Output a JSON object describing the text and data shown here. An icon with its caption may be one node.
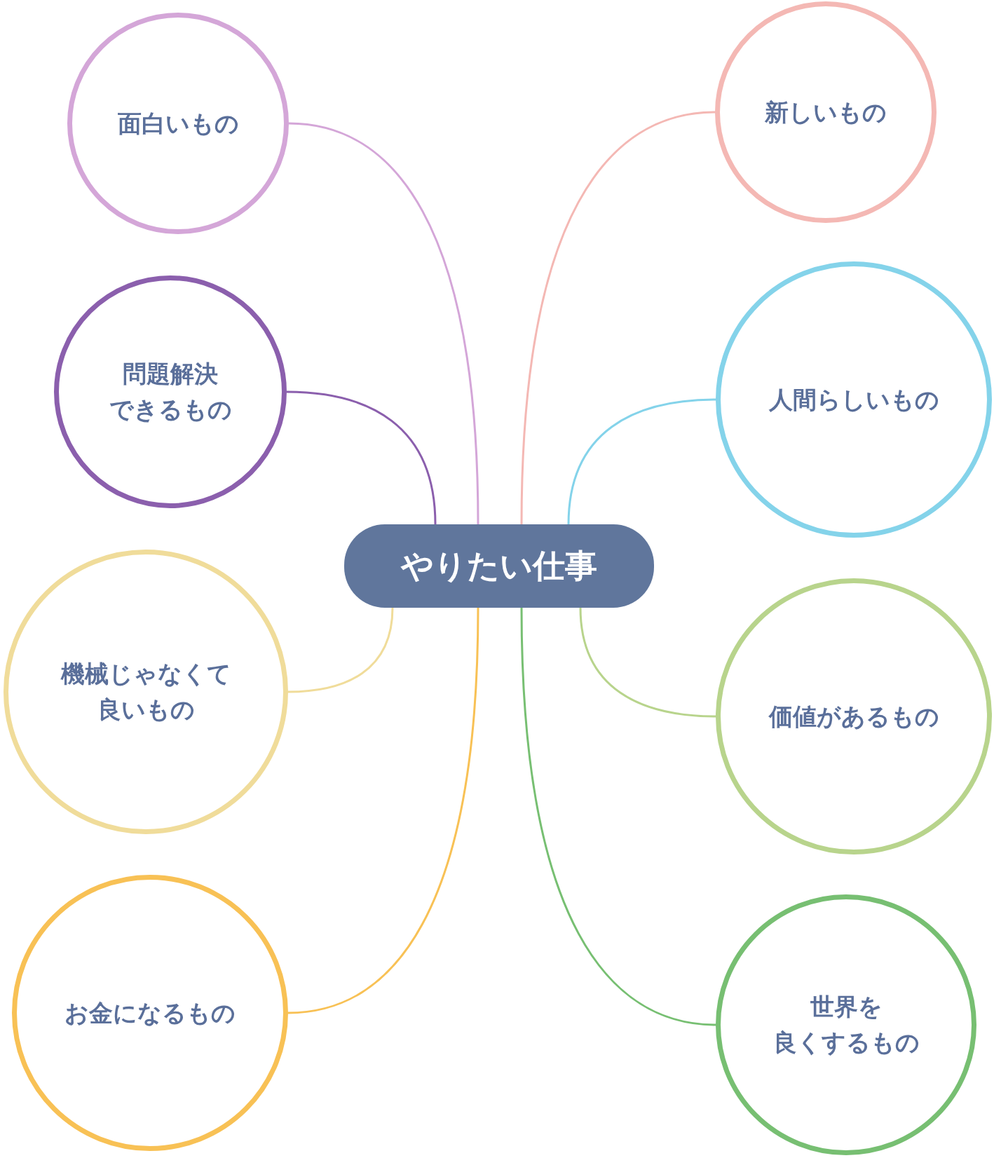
{
  "diagram": {
    "nodes": [
      {
        "text": [
          "やりたい仕事"
        ]
      },
      {
        "text": [
          "面白いもの"
        ]
      },
      {
        "text": [
          "新しいもの"
        ]
      },
      {
        "text": [
          "問題解決できるもの"
        ]
      },
      {
        "text": [
          "人間らしいもの"
        ]
      },
      {
        "text": [
          "機械じゃなくて良いもの"
        ]
      },
      {
        "text": [
          "価値があるもの"
        ]
      },
      {
        "text": [
          "お金になるもの"
        ]
      },
      {
        "text": [
          "世界を良くするもの"
        ]
      }
    ],
    "edges": [
      {
        "from": 0,
        "to": 1,
        "arrow": "none",
        "color": "#d4a6d8"
      },
      {
        "from": 0,
        "to": 2,
        "arrow": "none",
        "color": "#f4b8b4"
      },
      {
        "from": 0,
        "to": 3,
        "arrow": "none",
        "color": "#8b5fad"
      },
      {
        "from": 0,
        "to": 4,
        "arrow": "none",
        "color": "#84d3ea"
      },
      {
        "from": 0,
        "to": 5,
        "arrow": "none",
        "color": "#f0dc9a"
      },
      {
        "from": 0,
        "to": 6,
        "arrow": "none",
        "color": "#b8d48c"
      },
      {
        "from": 0,
        "to": 7,
        "arrow": "none",
        "color": "#f8c155"
      },
      {
        "from": 0,
        "to": 8,
        "arrow": "none",
        "color": "#77bf72"
      }
    ]
  }
}
